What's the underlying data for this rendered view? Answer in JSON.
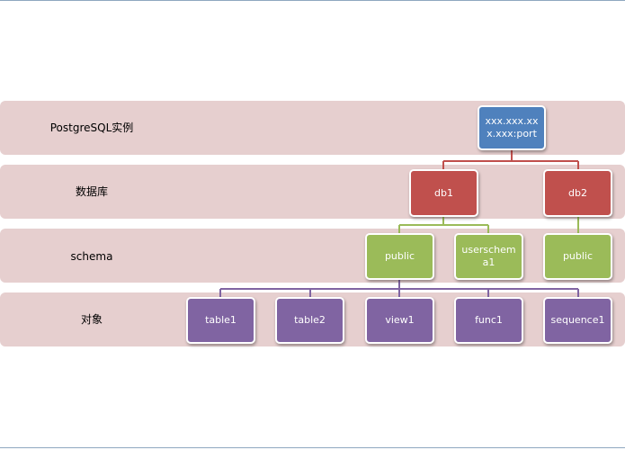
{
  "bands": [
    {
      "label": "PostgreSQL实例"
    },
    {
      "label": "数据库"
    },
    {
      "label": "schema"
    },
    {
      "label": "对象"
    }
  ],
  "nodes": {
    "instance": {
      "label": "xxx.xxx.xxx.xxx:port"
    },
    "db1": {
      "label": "db1"
    },
    "db2": {
      "label": "db2"
    },
    "db1_public": {
      "label": "public"
    },
    "db1_userschema1": {
      "label": "userschema1"
    },
    "db2_public": {
      "label": "public"
    },
    "table1": {
      "label": "table1"
    },
    "table2": {
      "label": "table2"
    },
    "view1": {
      "label": "view1"
    },
    "func1": {
      "label": "func1"
    },
    "sequence1": {
      "label": "sequence1"
    }
  },
  "colors": {
    "instance": "#4f81bd",
    "database": "#c0504d",
    "schema": "#9bbb59",
    "object": "#8064a2",
    "band": "#e6cfcf",
    "connector_instance": "#c0504d",
    "connector_schema": "#9bbb59",
    "connector_object": "#8064a2"
  }
}
